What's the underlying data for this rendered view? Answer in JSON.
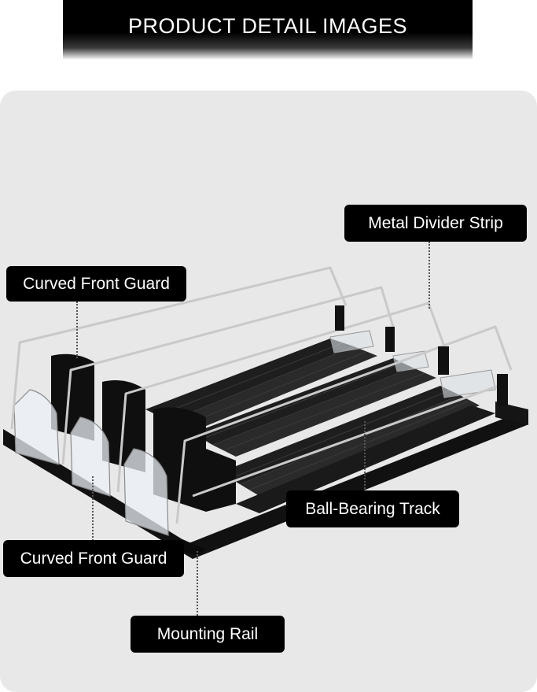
{
  "banner": {
    "title": "PRODUCT DETAIL IMAGES"
  },
  "callouts": {
    "metal_divider_strip": "Metal Divider Strip",
    "curved_front_guard_top": "Curved Front Guard",
    "ball_bearing_track": "Ball-Bearing Track",
    "curved_front_guard_bottom": "Curved Front Guard",
    "mounting_rail": "Mounting Rail"
  },
  "colors": {
    "label_bg": "#000000",
    "panel_bg": "#e9e8e8",
    "track": "#1c1c1c",
    "wire": "#c8c8c8"
  }
}
